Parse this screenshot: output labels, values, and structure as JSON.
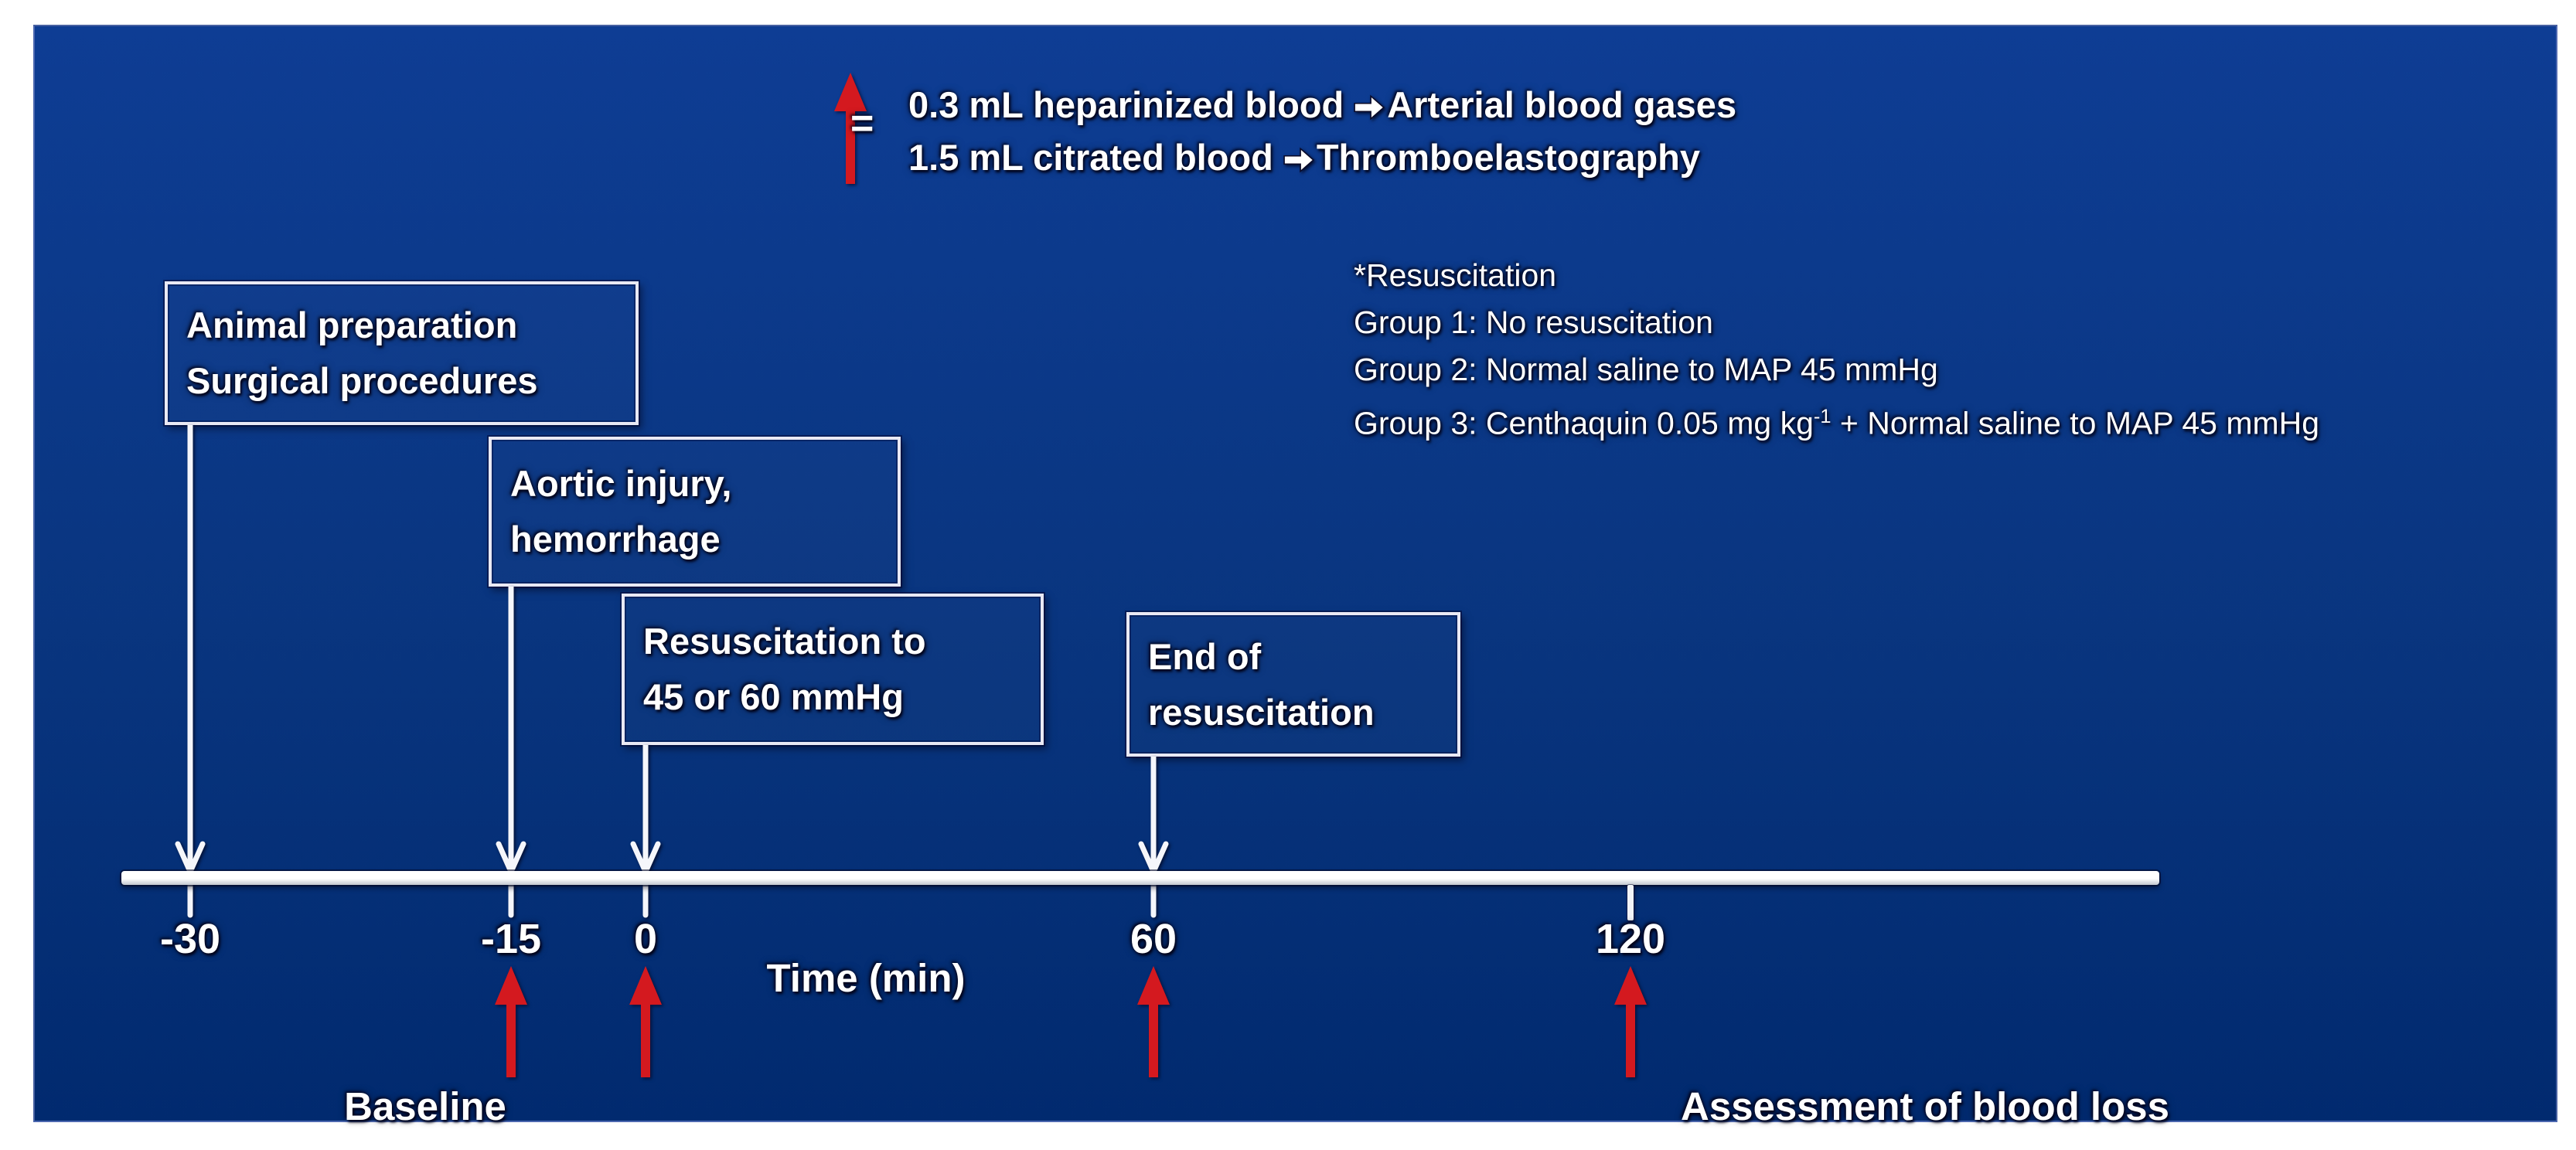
{
  "legend": {
    "equals": "=",
    "line1": {
      "pre": "0.3 mL heparinized blood",
      "post": "Arterial blood gases"
    },
    "line2": {
      "pre": "1.5 mL citrated blood",
      "post": "Thromboelastography"
    }
  },
  "resuscitation_note": {
    "title": "*Resuscitation",
    "group1": "Group 1: No resuscitation",
    "group2": "Group 2: Normal saline to MAP 45 mmHg",
    "group3": {
      "pre": "Group 3: Centhaquin 0.05 mg kg",
      "sup": "-1",
      "post": " + Normal saline to MAP 45 mmHg"
    }
  },
  "boxes": [
    {
      "line1": "Animal preparation",
      "line2": "Surgical procedures"
    },
    {
      "line1": "Aortic injury,",
      "line2": "hemorrhage"
    },
    {
      "line1": "Resuscitation to",
      "line2": "45 or 60 mmHg"
    },
    {
      "line1": "End of",
      "line2": "resuscitation"
    }
  ],
  "timeline": {
    "axis_label": "Time (min)",
    "ticks": [
      "-30",
      "-15",
      "0",
      "60",
      "120"
    ]
  },
  "annotations": {
    "baseline": "Baseline",
    "blood_loss": "Assessment of blood loss"
  },
  "colors": {
    "background_top": "#0e3d94",
    "background_bottom": "#012a6f",
    "arrow_red": "#d4191f",
    "text": "#ffffff"
  }
}
